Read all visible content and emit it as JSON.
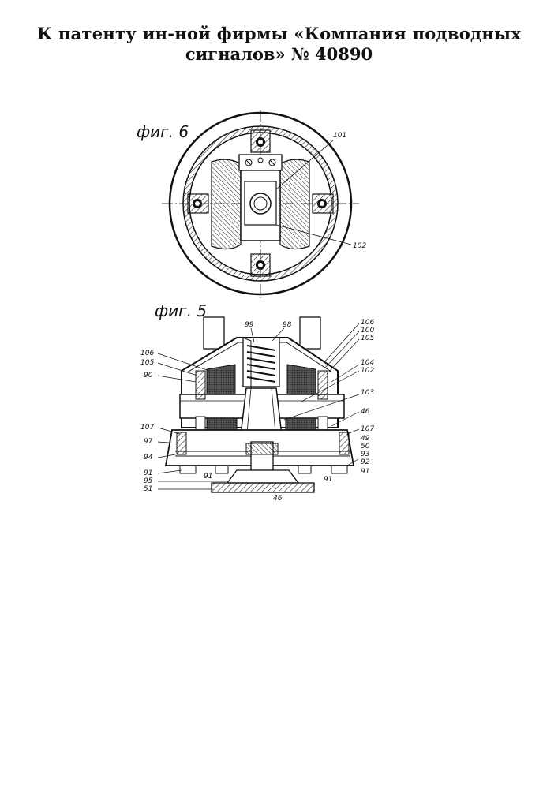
{
  "header": {
    "line1": "К патенту ин-ной фирмы «Компания подводных",
    "line2": "сигналов» № 40890"
  },
  "figures": {
    "fig6": {
      "label": "фиг. 6",
      "callouts": [
        "101",
        "102"
      ]
    },
    "fig5": {
      "label": "фиг. 5",
      "callouts": {
        "c99": "99",
        "c98": "98",
        "c106r": "106",
        "c100": "100",
        "c105r": "105",
        "c104": "104",
        "c102": "102",
        "c103": "103",
        "c46r": "46",
        "c107r": "107",
        "c49": "49",
        "c50": "50",
        "c93": "93",
        "c92": "92",
        "c91r": "91",
        "c106l": "106",
        "c105l": "105",
        "c90": "90",
        "c107l": "107",
        "c97": "97",
        "c94": "94",
        "c91l": "91",
        "c91m": "91",
        "c91m2": "91",
        "c95": "95",
        "c51": "51",
        "c46b": "46"
      }
    }
  }
}
